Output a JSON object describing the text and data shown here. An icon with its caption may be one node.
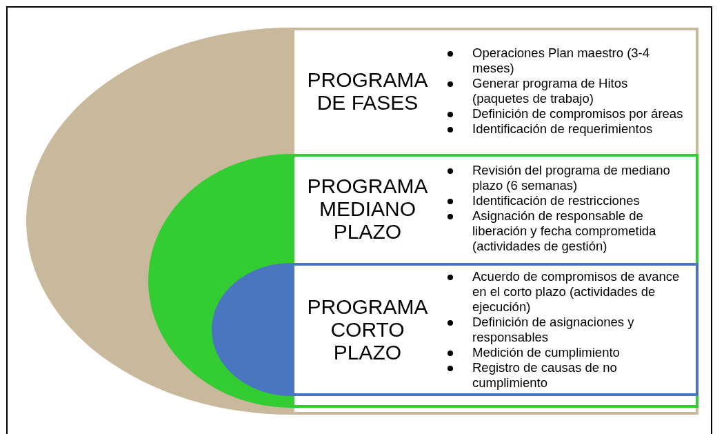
{
  "diagram": {
    "nodes": [
      {
        "text": [
          "PROGRAMA DE FASES",
          "Operaciones Plan maestro (3-4 meses)",
          "Generar programa de Hitos (paquetes de trabajo)",
          "Definición de compromisos por áreas",
          "Identificación de requerimientos"
        ]
      },
      {
        "text": [
          "PROGRAMA MEDIANO PLAZO",
          "Revisión del programa de mediano plazo (6 semanas)",
          "Identificación de restricciones",
          "Asignación de responsable de liberación y fecha comprometida (actividades de gestión)"
        ],
        "in": 0
      },
      {
        "text": [
          "PROGRAMA CORTO PLAZO",
          "Acuerdo de compromisos de avance en el corto plazo (actividades de ejecución)",
          "Definición de asignaciones y responsables",
          "Medición de cumplimiento",
          "Registro de causas de no cumplimiento"
        ],
        "in": 1
      }
    ]
  }
}
